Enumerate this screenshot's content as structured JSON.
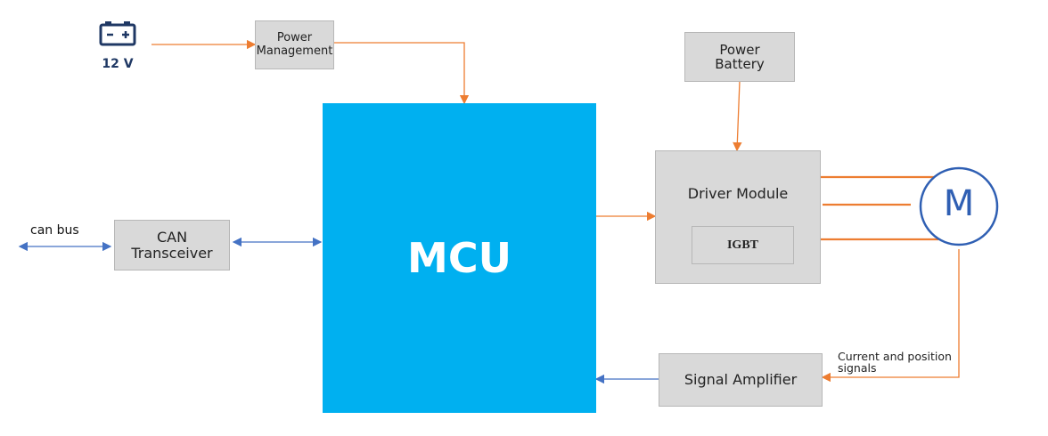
{
  "colors": {
    "power_line": "#ed7d31",
    "signal_line": "#4472c4",
    "mcu_fill": "#00b0f0",
    "block_fill": "#d9d9d9",
    "battery_icon": "#1f3864"
  },
  "battery": {
    "icon": "battery-icon",
    "label": "12 V"
  },
  "blocks": {
    "power_management": [
      "Power",
      "Management"
    ],
    "power_battery": [
      "Power",
      "Battery"
    ],
    "mcu": "MCU",
    "can_transceiver": [
      "CAN",
      "Transceiver"
    ],
    "driver_module": "Driver Module",
    "igbt": "IGBT",
    "signal_amplifier": "Signal Amplifier",
    "motor": "M"
  },
  "labels": {
    "can_bus": "can bus",
    "feedback": [
      "Current and position",
      "signals"
    ]
  }
}
